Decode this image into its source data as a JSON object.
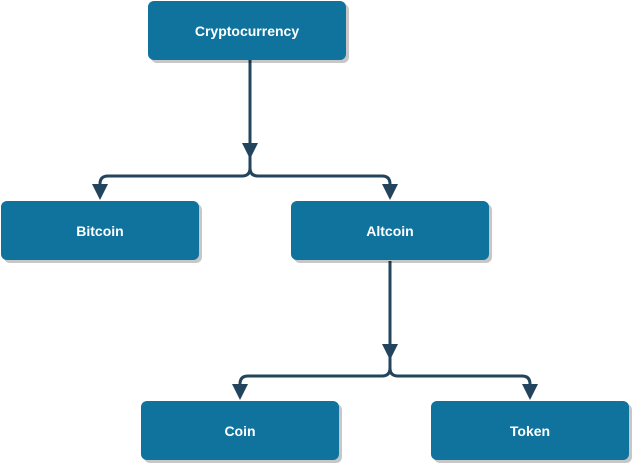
{
  "colors": {
    "node_fill": "#10739E",
    "edge": "#23445D",
    "text": "#FFFFFF"
  },
  "nodes": {
    "root": "Cryptocurrency",
    "bitcoin": "Bitcoin",
    "altcoin": "Altcoin",
    "coin": "Coin",
    "token": "Token"
  },
  "edges": [
    {
      "from": "Cryptocurrency",
      "to": "Bitcoin"
    },
    {
      "from": "Cryptocurrency",
      "to": "Altcoin"
    },
    {
      "from": "Altcoin",
      "to": "Coin"
    },
    {
      "from": "Altcoin",
      "to": "Token"
    }
  ]
}
